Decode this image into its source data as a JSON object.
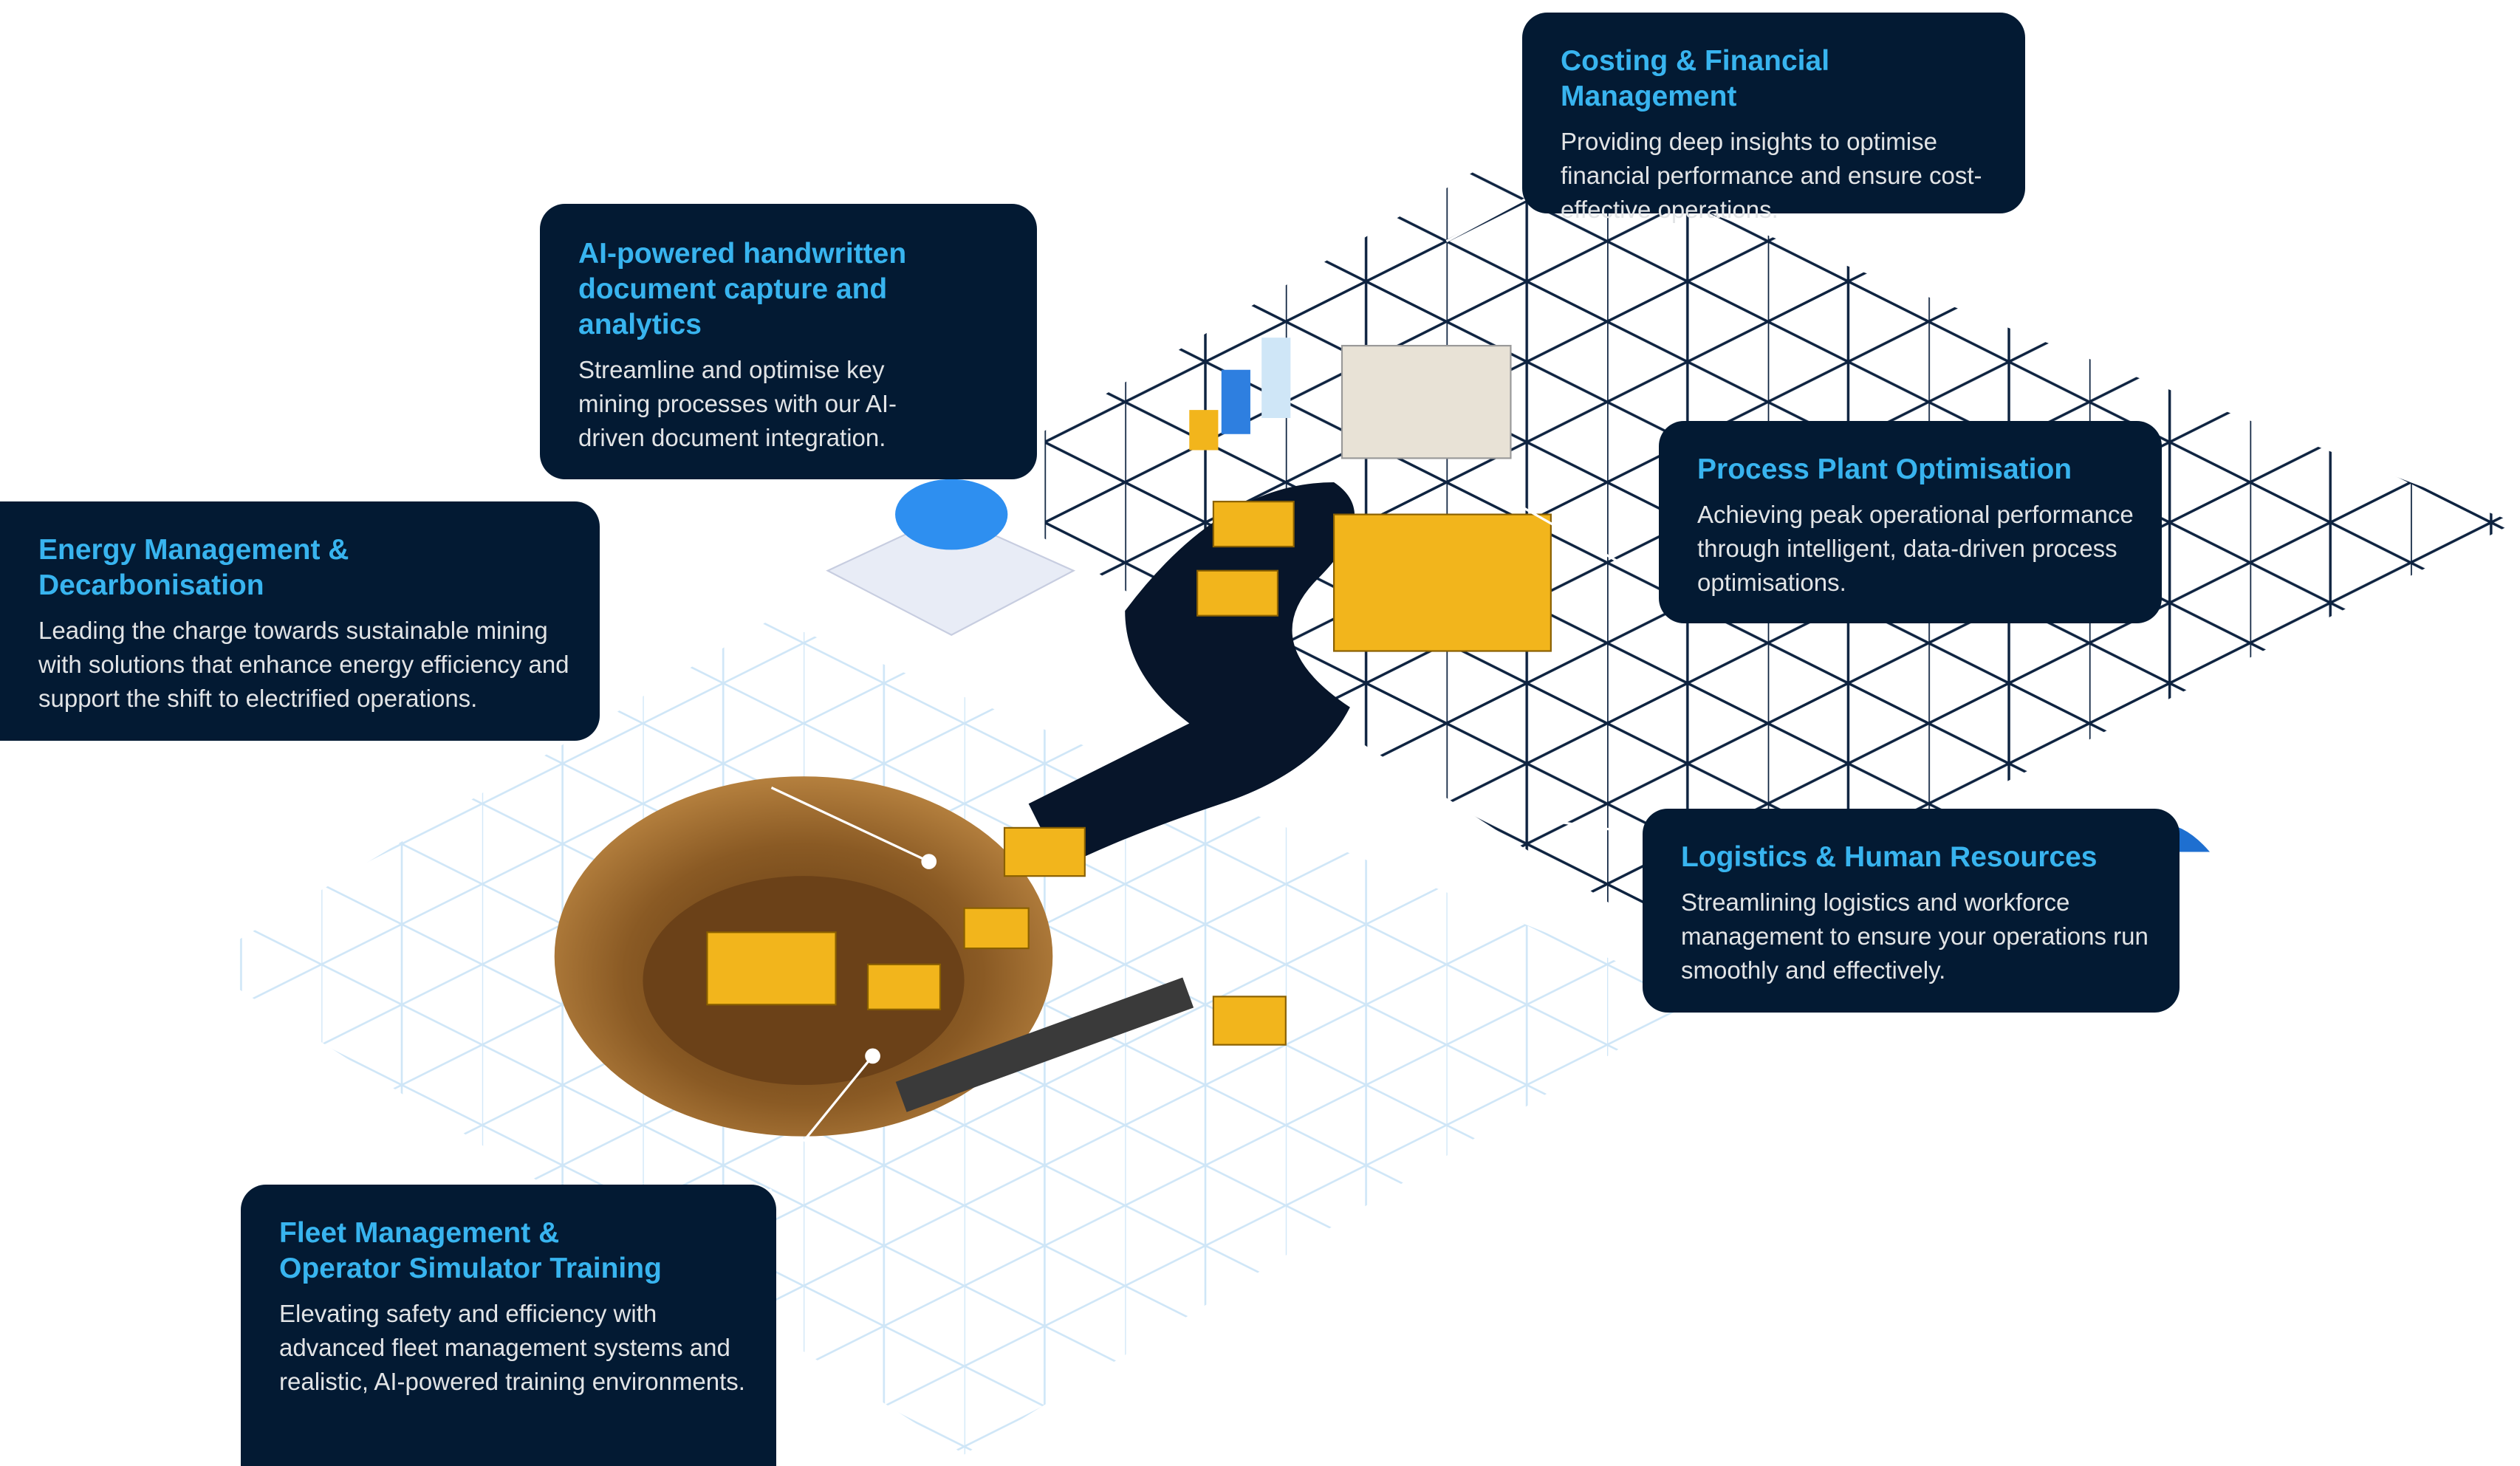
{
  "colors": {
    "card_bg": "#031a33",
    "title": "#38b4ef",
    "body": "#e2e4e6",
    "grid_dark": "#0e2340",
    "grid_light": "#cfe6f7",
    "pit": "#8a5a24",
    "machine": "#f2b51c"
  },
  "cards": [
    {
      "title": "Costing & Financial Management",
      "body": "Providing deep insights to optimise financial performance and ensure cost-effective operations."
    },
    {
      "title": "AI-powered handwritten document capture and analytics",
      "body": "Streamline and optimise key mining processes with our AI-driven document integration."
    },
    {
      "title": "Energy Management & Decarbonisation",
      "body": "Leading the charge towards sustainable mining with solutions that enhance energy efficiency and support the shift to electrified operations."
    },
    {
      "title": "Process Plant Optimisation",
      "body": "Achieving peak operational performance through intelligent, data-driven process optimisations."
    },
    {
      "title": "Logistics & Human Resources",
      "body": "Streamlining logistics and workforce management to ensure your operations run smoothly and effectively."
    },
    {
      "title": "Fleet Management & Operator Simulator Training",
      "body": "Elevating safety and efficiency with advanced fleet management systems and realistic, AI-powered training environments."
    }
  ]
}
